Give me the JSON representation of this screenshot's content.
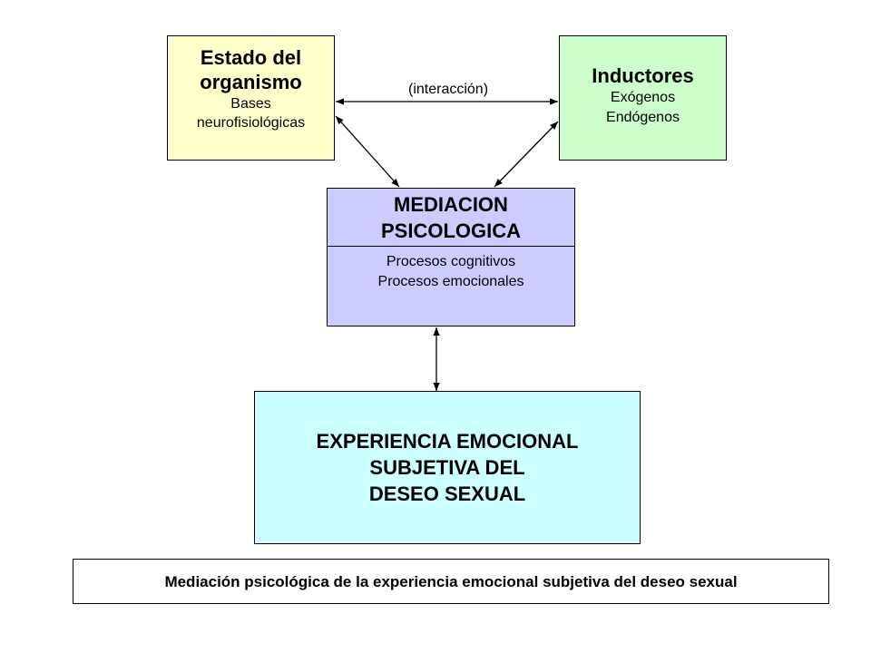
{
  "estado": {
    "title_lines": [
      "Estado del",
      "organismo"
    ],
    "sub_lines": [
      "Bases",
      "neurofisiológicas"
    ],
    "color": "#ffffcc"
  },
  "inductores": {
    "title": "Inductores",
    "sub_lines": [
      "Exógenos",
      "Endógenos"
    ],
    "color": "#ccffcc"
  },
  "interaction_label": "(interacción)",
  "mediacion": {
    "title_lines": [
      "MEDIACION",
      "PSICOLOGICA"
    ],
    "sub_lines": [
      "Procesos cognitivos",
      "Procesos emocionales"
    ],
    "color": "#ccccff"
  },
  "experiencia": {
    "title_lines": [
      "EXPERIENCIA EMOCIONAL",
      "SUBJETIVA DEL",
      "DESEO SEXUAL"
    ],
    "color": "#ccffff"
  },
  "caption": "Mediación psicológica de la experiencia emocional subjetiva del deseo sexual"
}
